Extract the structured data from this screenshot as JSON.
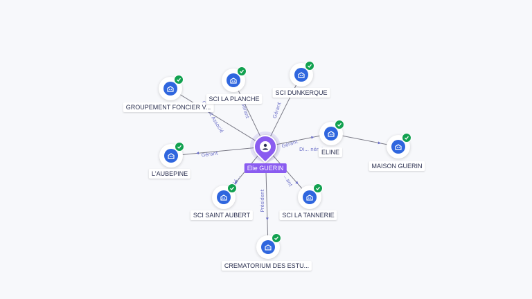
{
  "center": {
    "name": "Elie GUERIN",
    "icon": "person-icon"
  },
  "nodes": [
    {
      "id": "groupement",
      "label": "GROUPEMENT FONCIER V...",
      "icon": "company-icon",
      "verified": true
    },
    {
      "id": "la-planche",
      "label": "SCI LA PLANCHE",
      "icon": "company-icon",
      "verified": true
    },
    {
      "id": "dunkerque",
      "label": "SCI DUNKERQUE",
      "icon": "company-icon",
      "verified": true
    },
    {
      "id": "eline",
      "label": "ELINE",
      "icon": "company-icon",
      "verified": true
    },
    {
      "id": "maison-guerin",
      "label": "MAISON GUERIN",
      "icon": "company-icon",
      "verified": true
    },
    {
      "id": "aubepine",
      "label": "L'AUBEPINE",
      "icon": "company-icon",
      "verified": true
    },
    {
      "id": "saint-aubert",
      "label": "SCI SAINT AUBERT",
      "icon": "company-icon",
      "verified": true
    },
    {
      "id": "la-tannerie",
      "label": "SCI LA TANNERIE",
      "icon": "company-icon",
      "verified": true
    },
    {
      "id": "crematorium",
      "label": "CREMATORIUM DES ESTU...",
      "icon": "company-icon",
      "verified": true
    }
  ],
  "edges": [
    {
      "to": "groupement",
      "label": "Gérant Associé"
    },
    {
      "to": "la-planche",
      "label": "Gérant"
    },
    {
      "to": "dunkerque",
      "label": "Gérant"
    },
    {
      "to": "eline",
      "label": "Gérant"
    },
    {
      "to": "maison-guerin",
      "label": "Di...   néral"
    },
    {
      "to": "aubepine",
      "label": "Gérant"
    },
    {
      "to": "saint-aubert",
      "label": "Gé..."
    },
    {
      "to": "la-tannerie",
      "label": "...ant"
    },
    {
      "to": "crematorium",
      "label": "Président"
    }
  ],
  "colors": {
    "accent": "#8a5cf0",
    "company": "#2f66de",
    "verified": "#12a150",
    "edge_label": "#6b6fc8"
  }
}
